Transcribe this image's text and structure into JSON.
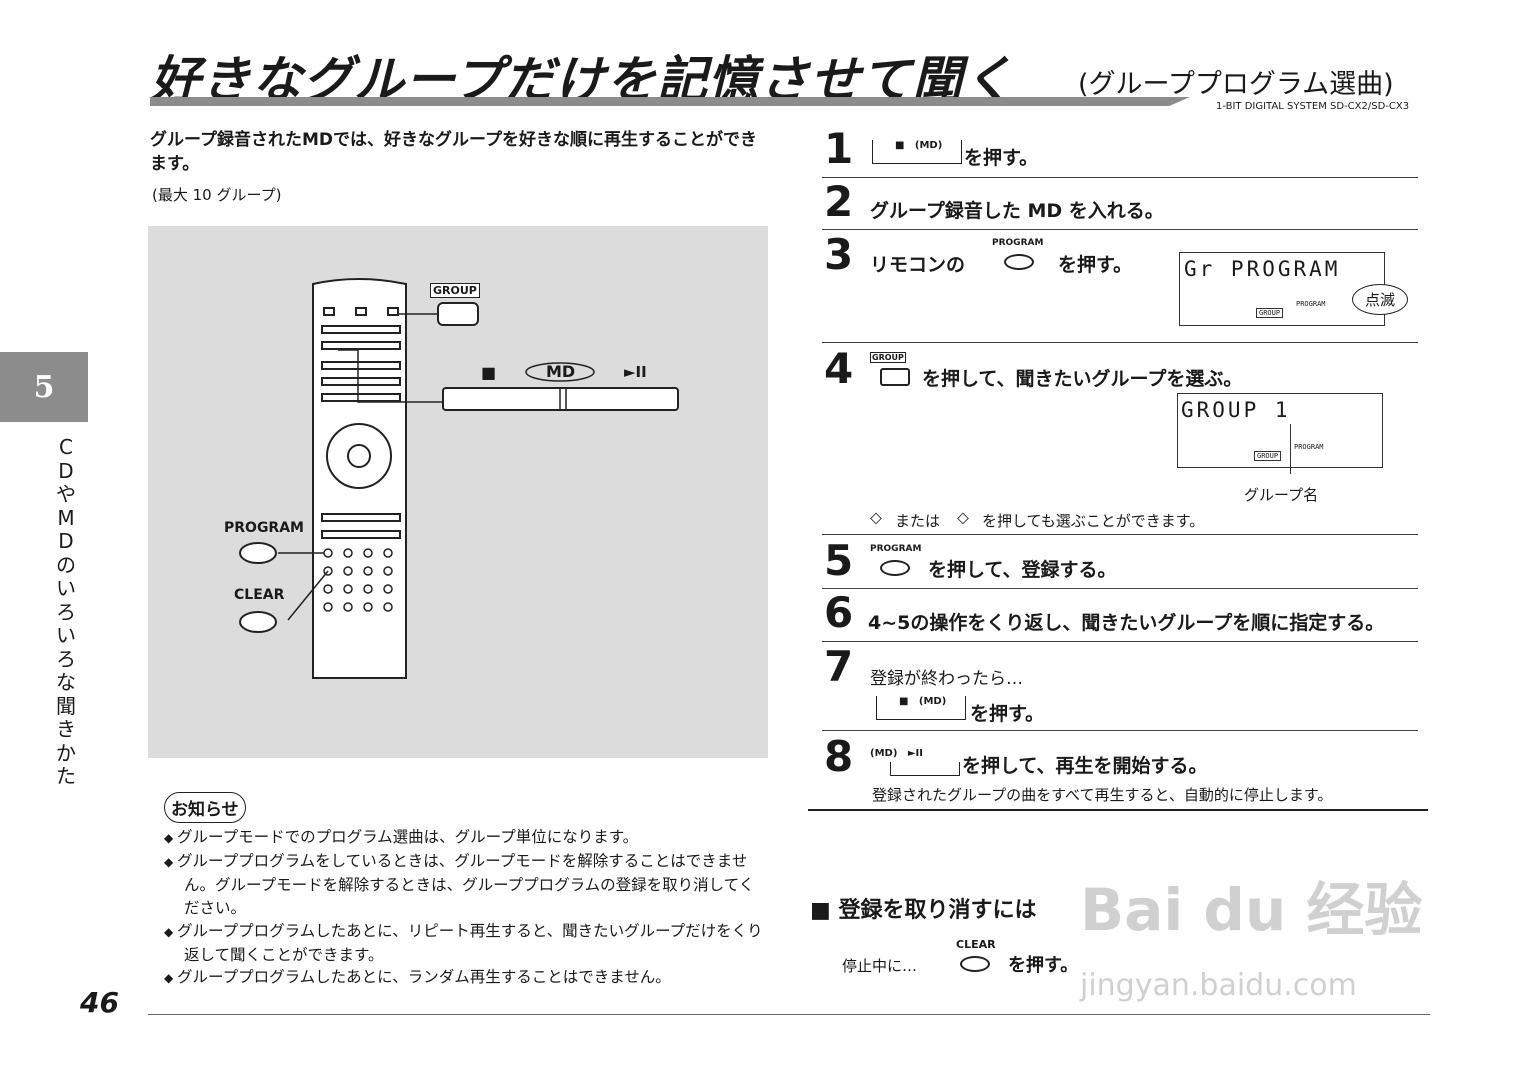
{
  "header": {
    "title": "好きなグループだけを記憶させて聞く",
    "subtitle": "(グループプログラム選曲)",
    "model": "1-BIT DIGITAL SYSTEM SD-CX2/SD-CX3"
  },
  "intro": {
    "text": "グループ録音されたMDでは、好きなグループを好きな順に再生することができます。",
    "note": "(最大 10 グループ)"
  },
  "diagram": {
    "group_label": "GROUP",
    "program_label": "PROGRAM",
    "clear_label": "CLEAR",
    "md_label": "MD",
    "stop_symbol": "■",
    "play_symbol": "►II"
  },
  "side": {
    "chapter": "5",
    "text": "CDやMDのいろいろな聞きかた"
  },
  "notice": {
    "title": "お知らせ",
    "items": [
      "グループモードでのプログラム選曲は、グループ単位になります。",
      "グループプログラムをしているときは、グループモードを解除することはできません。グループモードを解除するときは、グループプログラムの登録を取り消してください。",
      "グループプログラムしたあとに、リピート再生すると、聞きたいグループだけをくり返して聞くことができます。",
      "グループプログラムしたあとに、ランダム再生することはできません。"
    ]
  },
  "steps": [
    {
      "num": "1",
      "text": "を押す。"
    },
    {
      "num": "2",
      "text": "グループ録音した MD を入れる。"
    },
    {
      "num": "3",
      "text": "リモコンの",
      "text2": "を押す。",
      "display": "Gr PROGRAM",
      "blink": "点滅",
      "lcd_program": "PROGRAM",
      "lcd_group": "GROUP"
    },
    {
      "num": "4",
      "text": "を押して、聞きたいグループを選ぶ。",
      "display": "GROUP 1",
      "caption": "グループ名",
      "note_mid": "または",
      "note_end": "を押しても選ぶことができます。"
    },
    {
      "num": "5",
      "text": "を押して、登録する。"
    },
    {
      "num": "6",
      "text": "4~5の操作をくり返し、聞きたいグループを順に指定する。"
    },
    {
      "num": "7",
      "text": "登録が終わったら…",
      "text2": "を押す。"
    },
    {
      "num": "8",
      "text": "を押して、再生を開始する。",
      "note": "登録されたグループの曲をすべて再生すると、自動的に停止します。"
    }
  ],
  "cancel": {
    "heading": "■ 登録を取り消すには",
    "lead": "停止中に…",
    "button": "CLEAR",
    "text": "を押す。"
  },
  "footer": {
    "page": "46"
  },
  "watermark": {
    "line1": "Bai du 经验",
    "line2": "jingyan.baidu.com"
  }
}
